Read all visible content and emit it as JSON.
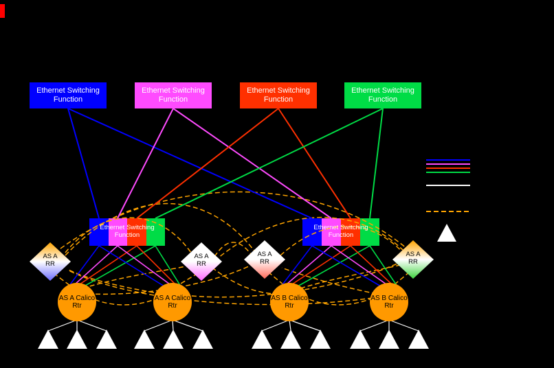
{
  "palette": {
    "blue": "#0000FF",
    "magenta": "#FF4BFF",
    "red": "#FF3000",
    "green": "#00DC46",
    "orange": "#FFA500",
    "white": "#FFFFFF"
  },
  "top_switches": [
    {
      "label": "Ethernet Switching Function",
      "color": "#0000FF"
    },
    {
      "label": "Ethernet Switching Function",
      "color": "#FF4BFF"
    },
    {
      "label": "Ethernet Switching Function",
      "color": "#FF3000"
    },
    {
      "label": "Ethernet Switching Function",
      "color": "#00DC46"
    }
  ],
  "mid_switches": [
    {
      "label": "Ethernet Switching Function",
      "segments": [
        "#0000FF",
        "#FF4BFF",
        "#FF3000",
        "#00DC46"
      ]
    },
    {
      "label": "Ethernet Switching Function",
      "segments": [
        "#0000FF",
        "#FF4BFF",
        "#FF3000",
        "#00DC46"
      ]
    }
  ],
  "route_reflectors": [
    {
      "label": "AS A RR",
      "top": "#FFA500",
      "mid": "#FFFFFF",
      "bottom": "#6A6AFF"
    },
    {
      "label": "AS A RR",
      "top": "#FFFFFF",
      "mid": "#FFFFFF",
      "bottom": "#FF66FF"
    },
    {
      "label": "AS A RR",
      "top": "#FFFFFF",
      "mid": "#FFFFFF",
      "bottom": "#FF6A5A"
    },
    {
      "label": "AS A RR",
      "top": "#FFA500",
      "mid": "#FFFFFF",
      "bottom": "#3ED43E"
    }
  ],
  "routers": [
    {
      "label": "AS A Calico Rtr",
      "color": "#FF9900"
    },
    {
      "label": "AS A Calico Rtr",
      "color": "#FF9900"
    },
    {
      "label": "AS B Calico Rtr",
      "color": "#FF9900"
    },
    {
      "label": "AS B Calico Rtr",
      "color": "#FF9900"
    }
  ],
  "hosts": {
    "color": "#FFFFFF",
    "per_router": 3
  },
  "legend": {
    "solid_colors": [
      "#0000FF",
      "#FF4BFF",
      "#FF3000",
      "#00DC46"
    ],
    "plain_color": "#FFFFFF",
    "dashed_color": "#FFA500",
    "triangle_color": "#FFFFFF"
  },
  "accents": {
    "corner_mark": "#FF0000"
  }
}
